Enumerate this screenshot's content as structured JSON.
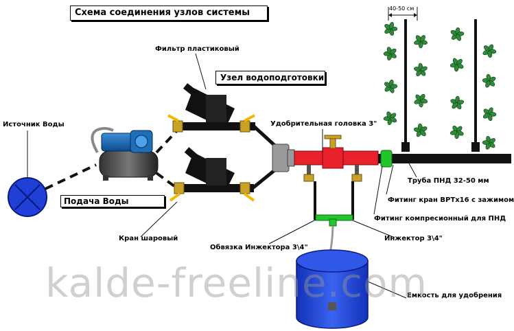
{
  "title": "Схема соединения узлов системы",
  "node_label": "Узел водоподготовки",
  "supply_label": "Подача Воды",
  "spacing_label": "40-50 см",
  "labels": {
    "source": "Источник Воды",
    "filter": "Фильтр пластиковый",
    "fert_head": "Удобрительная головка 3\"",
    "pipe": "Труба ПНД 32-50 мм",
    "tap_fitting": "Фитинг кран ВРТх16 с зажимом",
    "compression_fitting": "Фитинг компресионный для ПНД",
    "ball_valve": "Кран шаровый",
    "injector_piping": "Обвязка Инжектора 3\\4\"",
    "injector": "Инжектор 3\\4\"",
    "tank": "Емкость для удобрения"
  },
  "watermark": "kalde-freeline.com",
  "colors": {
    "water": "#1f3fd6",
    "pipe": "#111111",
    "fert_head": "#e8212b",
    "injector": "#22c52a",
    "pump": "#1e6fb8",
    "plant": "#2f8a3a",
    "valve_handle": "#f0b800"
  }
}
